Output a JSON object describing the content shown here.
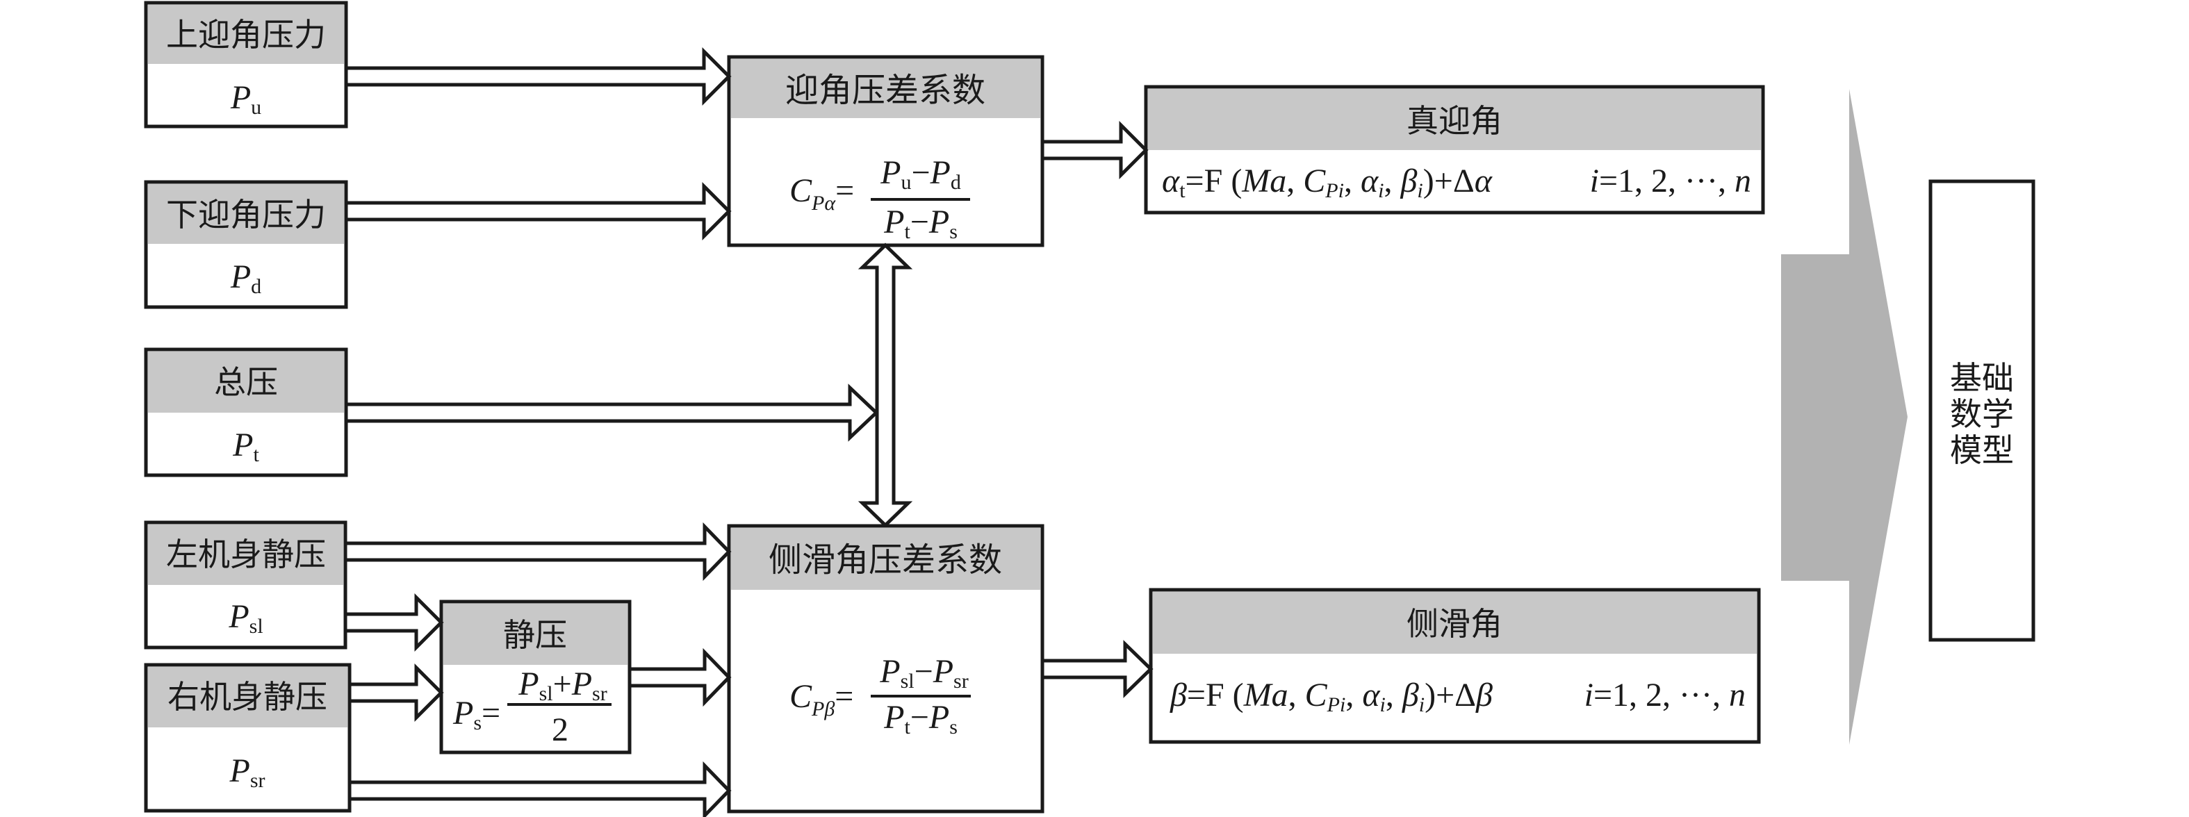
{
  "figure": {
    "inputs": {
      "upper": {
        "title": "上迎角压力",
        "symbol": "P",
        "sub": "u"
      },
      "lower": {
        "title": "下迎角压力",
        "symbol": "P",
        "sub": "d"
      },
      "total": {
        "title": "总压",
        "symbol": "P",
        "sub": "t"
      },
      "left_static": {
        "title": "左机身静压",
        "symbol": "P",
        "sub": "sl"
      },
      "right_static": {
        "title": "右机身静压",
        "symbol": "P",
        "sub": "sr"
      }
    },
    "static_pressure": {
      "title": "静压",
      "lhs_symbol": "P",
      "lhs_sub": "s",
      "eq": "=",
      "num": {
        "p1": "P",
        "s1": "sl",
        "op": "+",
        "p2": "P",
        "s2": "sr"
      },
      "den": "2"
    },
    "alpha_coef": {
      "title": "迎角压差系数",
      "lhs": "C",
      "lhs_sub": "Pα",
      "eq": "=",
      "num": {
        "p1": "P",
        "s1": "u",
        "op": "−",
        "p2": "P",
        "s2": "d"
      },
      "den": {
        "p1": "P",
        "s1": "t",
        "op": "−",
        "p2": "P",
        "s2": "s"
      }
    },
    "beta_coef": {
      "title": "侧滑角压差系数",
      "lhs": "C",
      "lhs_sub": "Pβ",
      "eq": "=",
      "num": {
        "p1": "P",
        "s1": "sl",
        "op": "−",
        "p2": "P",
        "s2": "sr"
      },
      "den": {
        "p1": "P",
        "s1": "t",
        "op": "−",
        "p2": "P",
        "s2": "s"
      }
    },
    "true_alpha": {
      "title": "真迎角",
      "formula": {
        "a": "α",
        "a_sub": "t",
        "eqF": "=F (",
        "Ma": "Ma",
        "c1": ", ",
        "C": "C",
        "C_sub": "Pi",
        "c2": ", ",
        "ai": "α",
        "ai_sub": "i",
        "c3": ", ",
        "bi": "β",
        "bi_sub": "i",
        "tail": ")+Δ",
        "tail_sym": "α",
        "range_i": "i",
        "range": "=1, 2, ···, ",
        "range_n": "n"
      }
    },
    "sideslip": {
      "title": "侧滑角",
      "formula": {
        "b": "β",
        "eqF": "=F (",
        "Ma": "Ma",
        "c1": ", ",
        "C": "C",
        "C_sub": "Pi",
        "c2": ", ",
        "ai": "α",
        "ai_sub": "i",
        "c3": ", ",
        "bi": "β",
        "bi_sub": "i",
        "tail": ")+Δ",
        "tail_sym": "β",
        "range_i": "i",
        "range": "=1, 2, ···, ",
        "range_n": "n"
      }
    },
    "base_model": {
      "lines": [
        "基础",
        "数学",
        "模型"
      ]
    }
  },
  "colors": {
    "band": "#c8c8c8",
    "big_arrow": "#b2b2b2",
    "stroke": "#1a1a1a"
  }
}
